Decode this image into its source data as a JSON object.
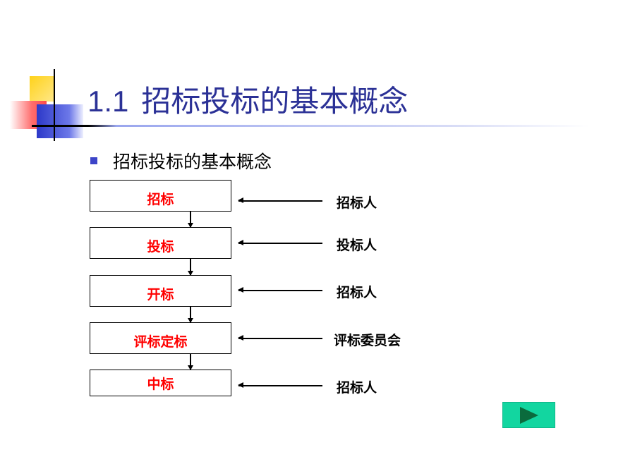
{
  "slide": {
    "title_number": "1.1",
    "title_text": "招标投标的基本概念",
    "bullet": "招标投标的基本概念"
  },
  "flow": {
    "steps": [
      {
        "label": "招标",
        "actor": "招标人"
      },
      {
        "label": "投标",
        "actor": "投标人"
      },
      {
        "label": "开标",
        "actor": "招标人"
      },
      {
        "label": "评标定标",
        "actor": "评标委员会"
      },
      {
        "label": "中标",
        "actor": "招标人"
      }
    ]
  },
  "colors": {
    "title": "#2b3196",
    "step_label": "#ff0000",
    "next_button": "#12d6a0",
    "next_icon": "#0b6b3d"
  },
  "icons": {
    "next": "play-arrow-icon"
  }
}
